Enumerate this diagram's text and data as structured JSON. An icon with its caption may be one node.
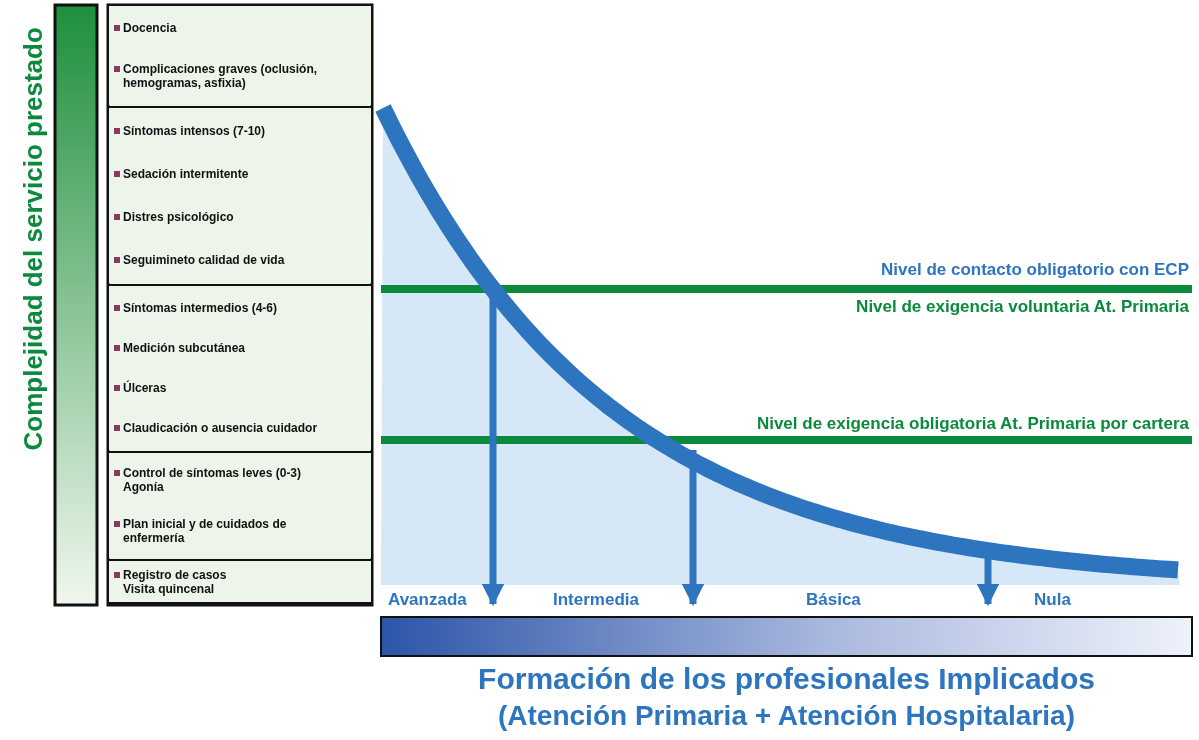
{
  "diagram": {
    "nodes": [
      {
        "text": [
          "Docencia",
          "Complicaciones graves (oclusión, hemogramas, asfixia)"
        ]
      },
      {
        "text": [
          "Síntomas intensos (7-10)",
          "Sedación intermitente",
          "Distres psicológico",
          "Seguimineto calidad de vida"
        ]
      },
      {
        "text": [
          "Síntomas intermedios (4-6)",
          "Medición subcutánea",
          "Úlceras",
          "Claudicación o ausencia cuidador"
        ]
      },
      {
        "text": [
          "Control de síntomas leves (0-3) Agonía",
          "Plan inicial y de cuidados de enfermería"
        ]
      },
      {
        "text": [
          "Registro de casos Visita quincenal"
        ]
      },
      {
        "text": [],
        "shape": "bar"
      },
      {
        "text": [],
        "shape": "bar"
      }
    ],
    "labels": [
      "Complejidad del servicio prestado",
      "Nivel de contacto obligatorio con ECP",
      "Nivel de exigencia voluntaria At. Primaria",
      "Nivel de exigencia obligatoria At. Primaria por cartera",
      "Avanzada",
      "Intermedia",
      "Básica",
      "Nula",
      "Formación de los profesionales Implicados",
      "(Atención Primaria + Atención Hospitalaria)"
    ]
  }
}
